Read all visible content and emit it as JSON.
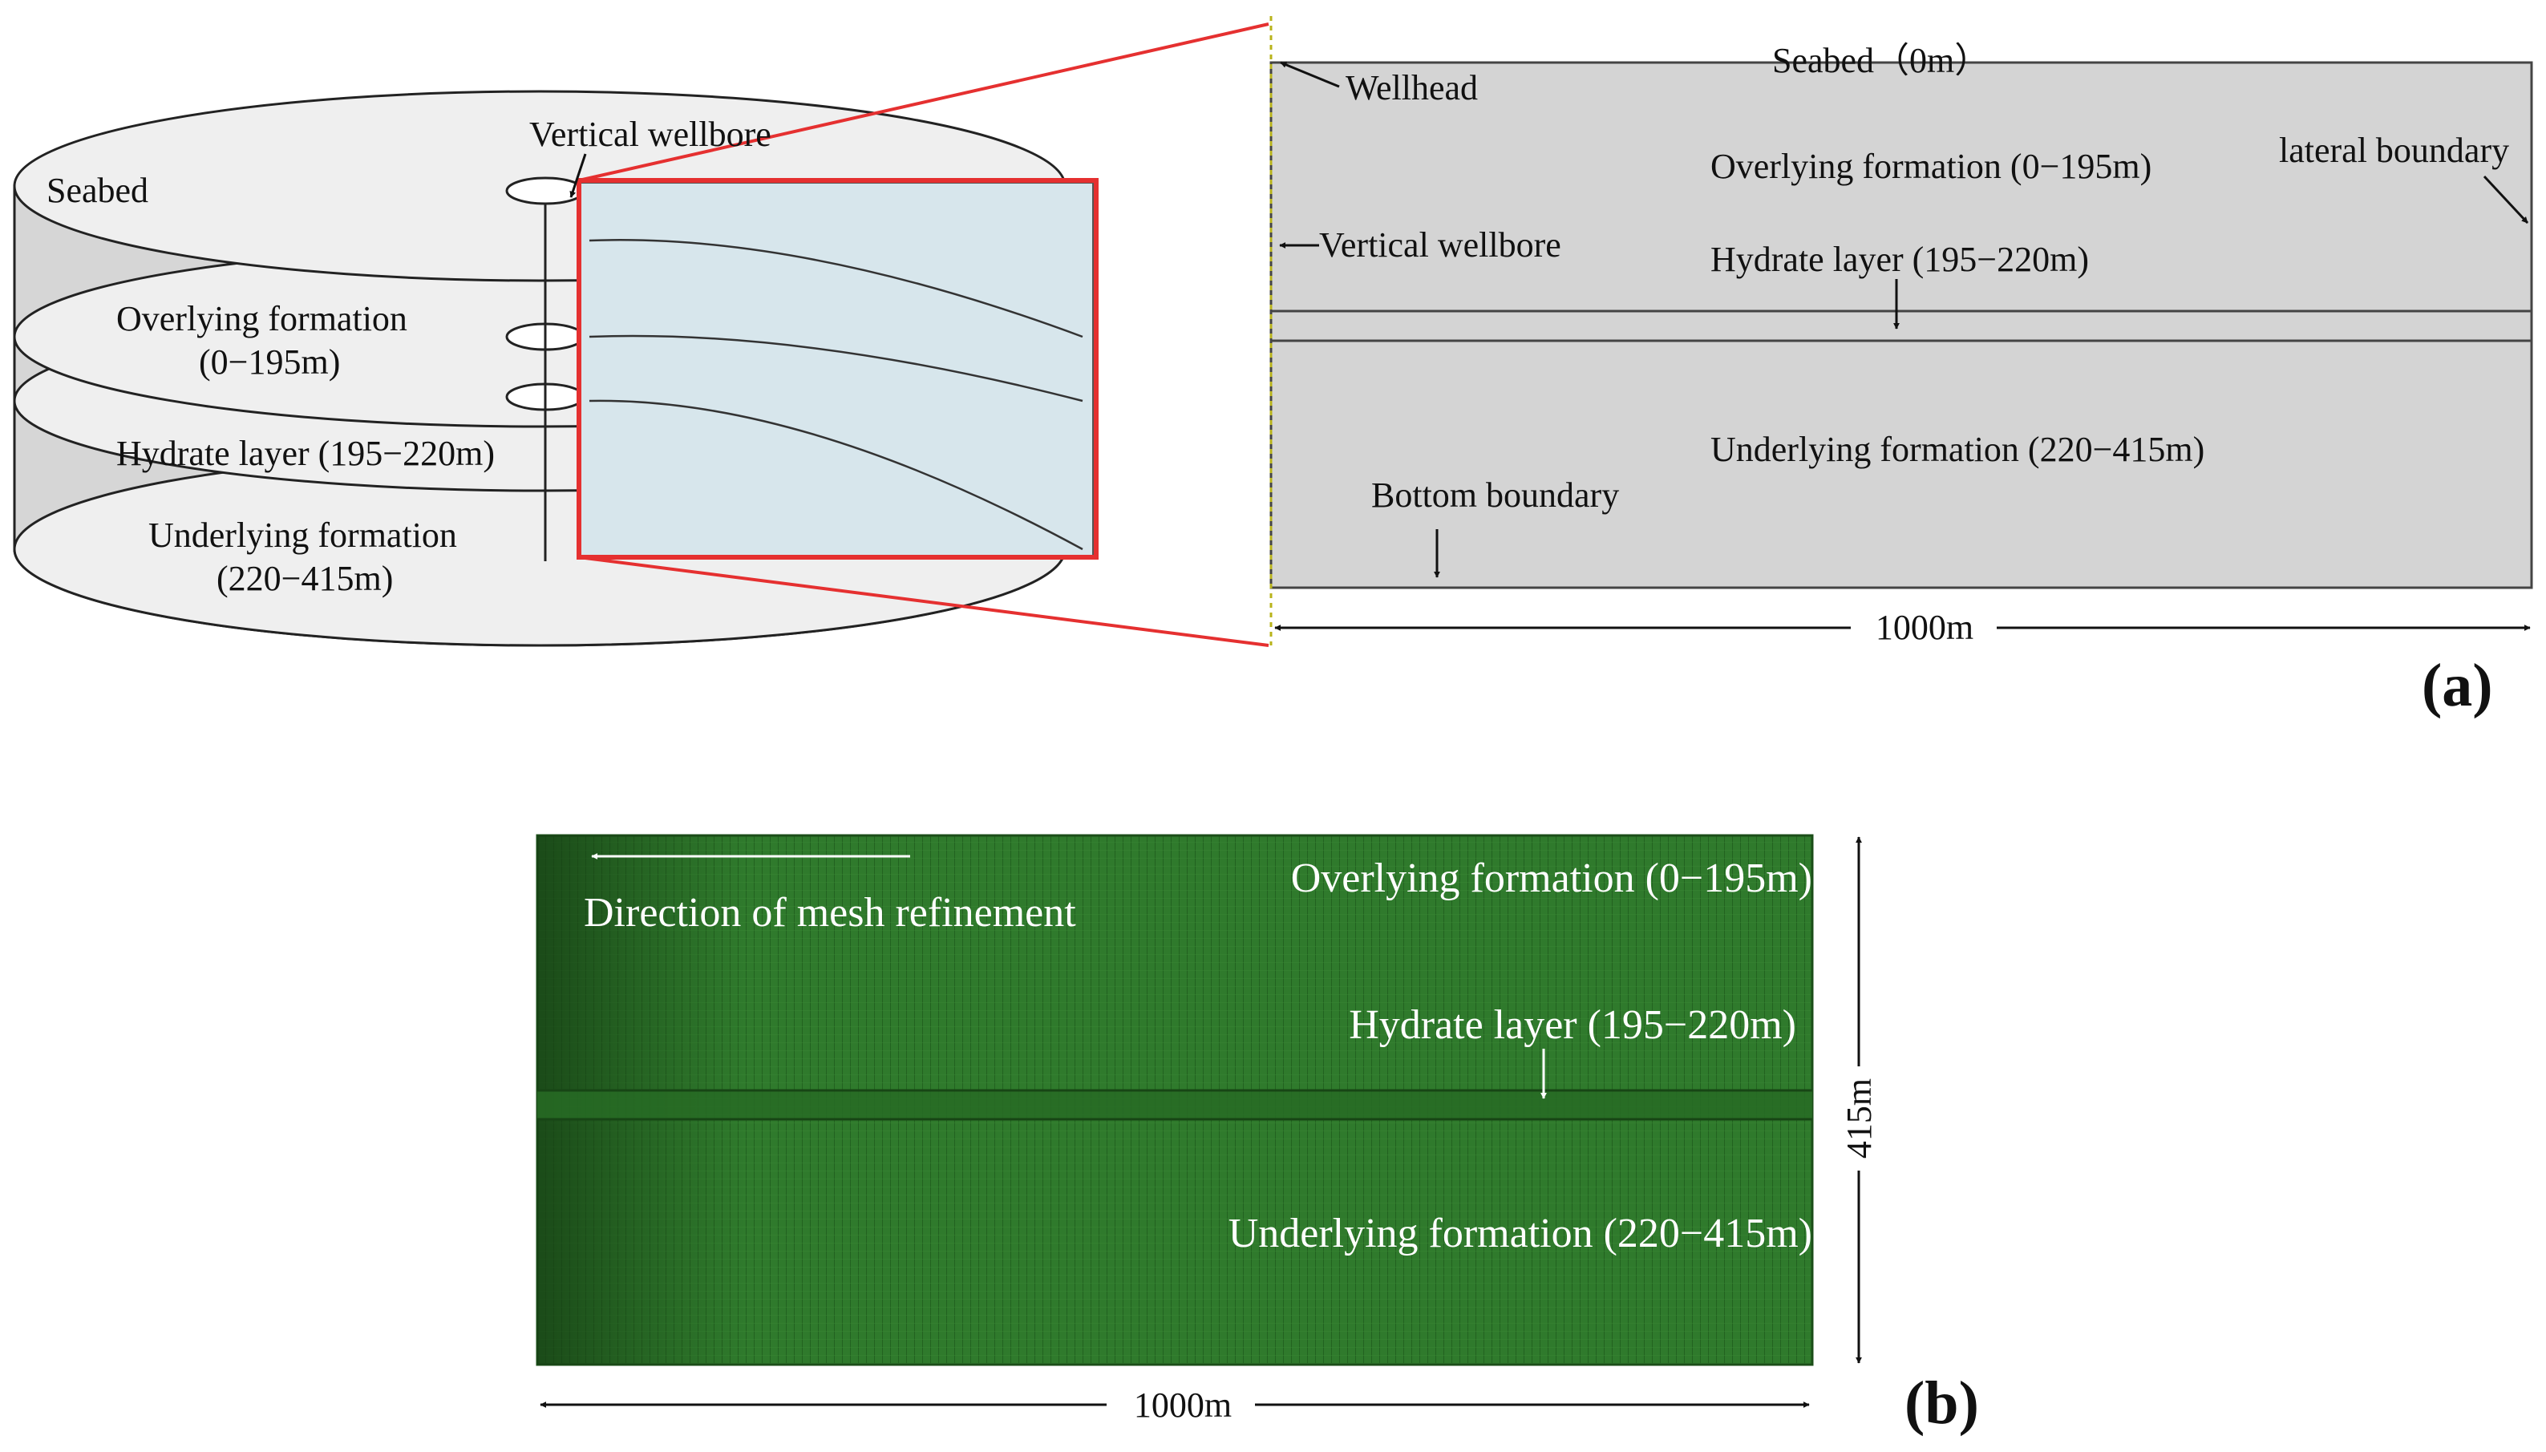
{
  "panel_a": {
    "panel_label": "(a)",
    "left": {
      "seabed": "Seabed",
      "vertical_wellbore": "Vertical wellbore",
      "overlying_line1": "Overlying formation",
      "overlying_line2": "(0−195m)",
      "hydrate": "Hydrate layer (195−220m)",
      "underlying_line1": "Underlying formation",
      "underlying_line2": "(220−415m)"
    },
    "right": {
      "seabed": "Seabed（0m）",
      "wellhead": "Wellhead",
      "overlying": "Overlying formation (0−195m)",
      "lateral_boundary": "lateral boundary",
      "vertical_wellbore": "Vertical wellbore",
      "hydrate": "Hydrate layer (195−220m)",
      "underlying": "Underlying formation (220−415m)",
      "bottom_boundary": "Bottom boundary",
      "width_label": "1000m"
    },
    "colors": {
      "domain_fill": "#d4d4d4",
      "zoom_box": "#e53030",
      "cylinder_fill": "#efefef",
      "cylinder_side": "#d6d6d6",
      "zoom_fill": "#d7e6ec"
    }
  },
  "panel_b": {
    "panel_label": "(b)",
    "direction": "Direction of mesh refinement",
    "overlying": "Overlying formation (0−195m)",
    "hydrate": "Hydrate layer (195−220m)",
    "underlying": "Underlying formation (220−415m)",
    "height_label": "415m",
    "width_label": "1000m",
    "colors": {
      "mesh_fill": "#2f7a2c",
      "mesh_line": "#1b4d18"
    }
  }
}
